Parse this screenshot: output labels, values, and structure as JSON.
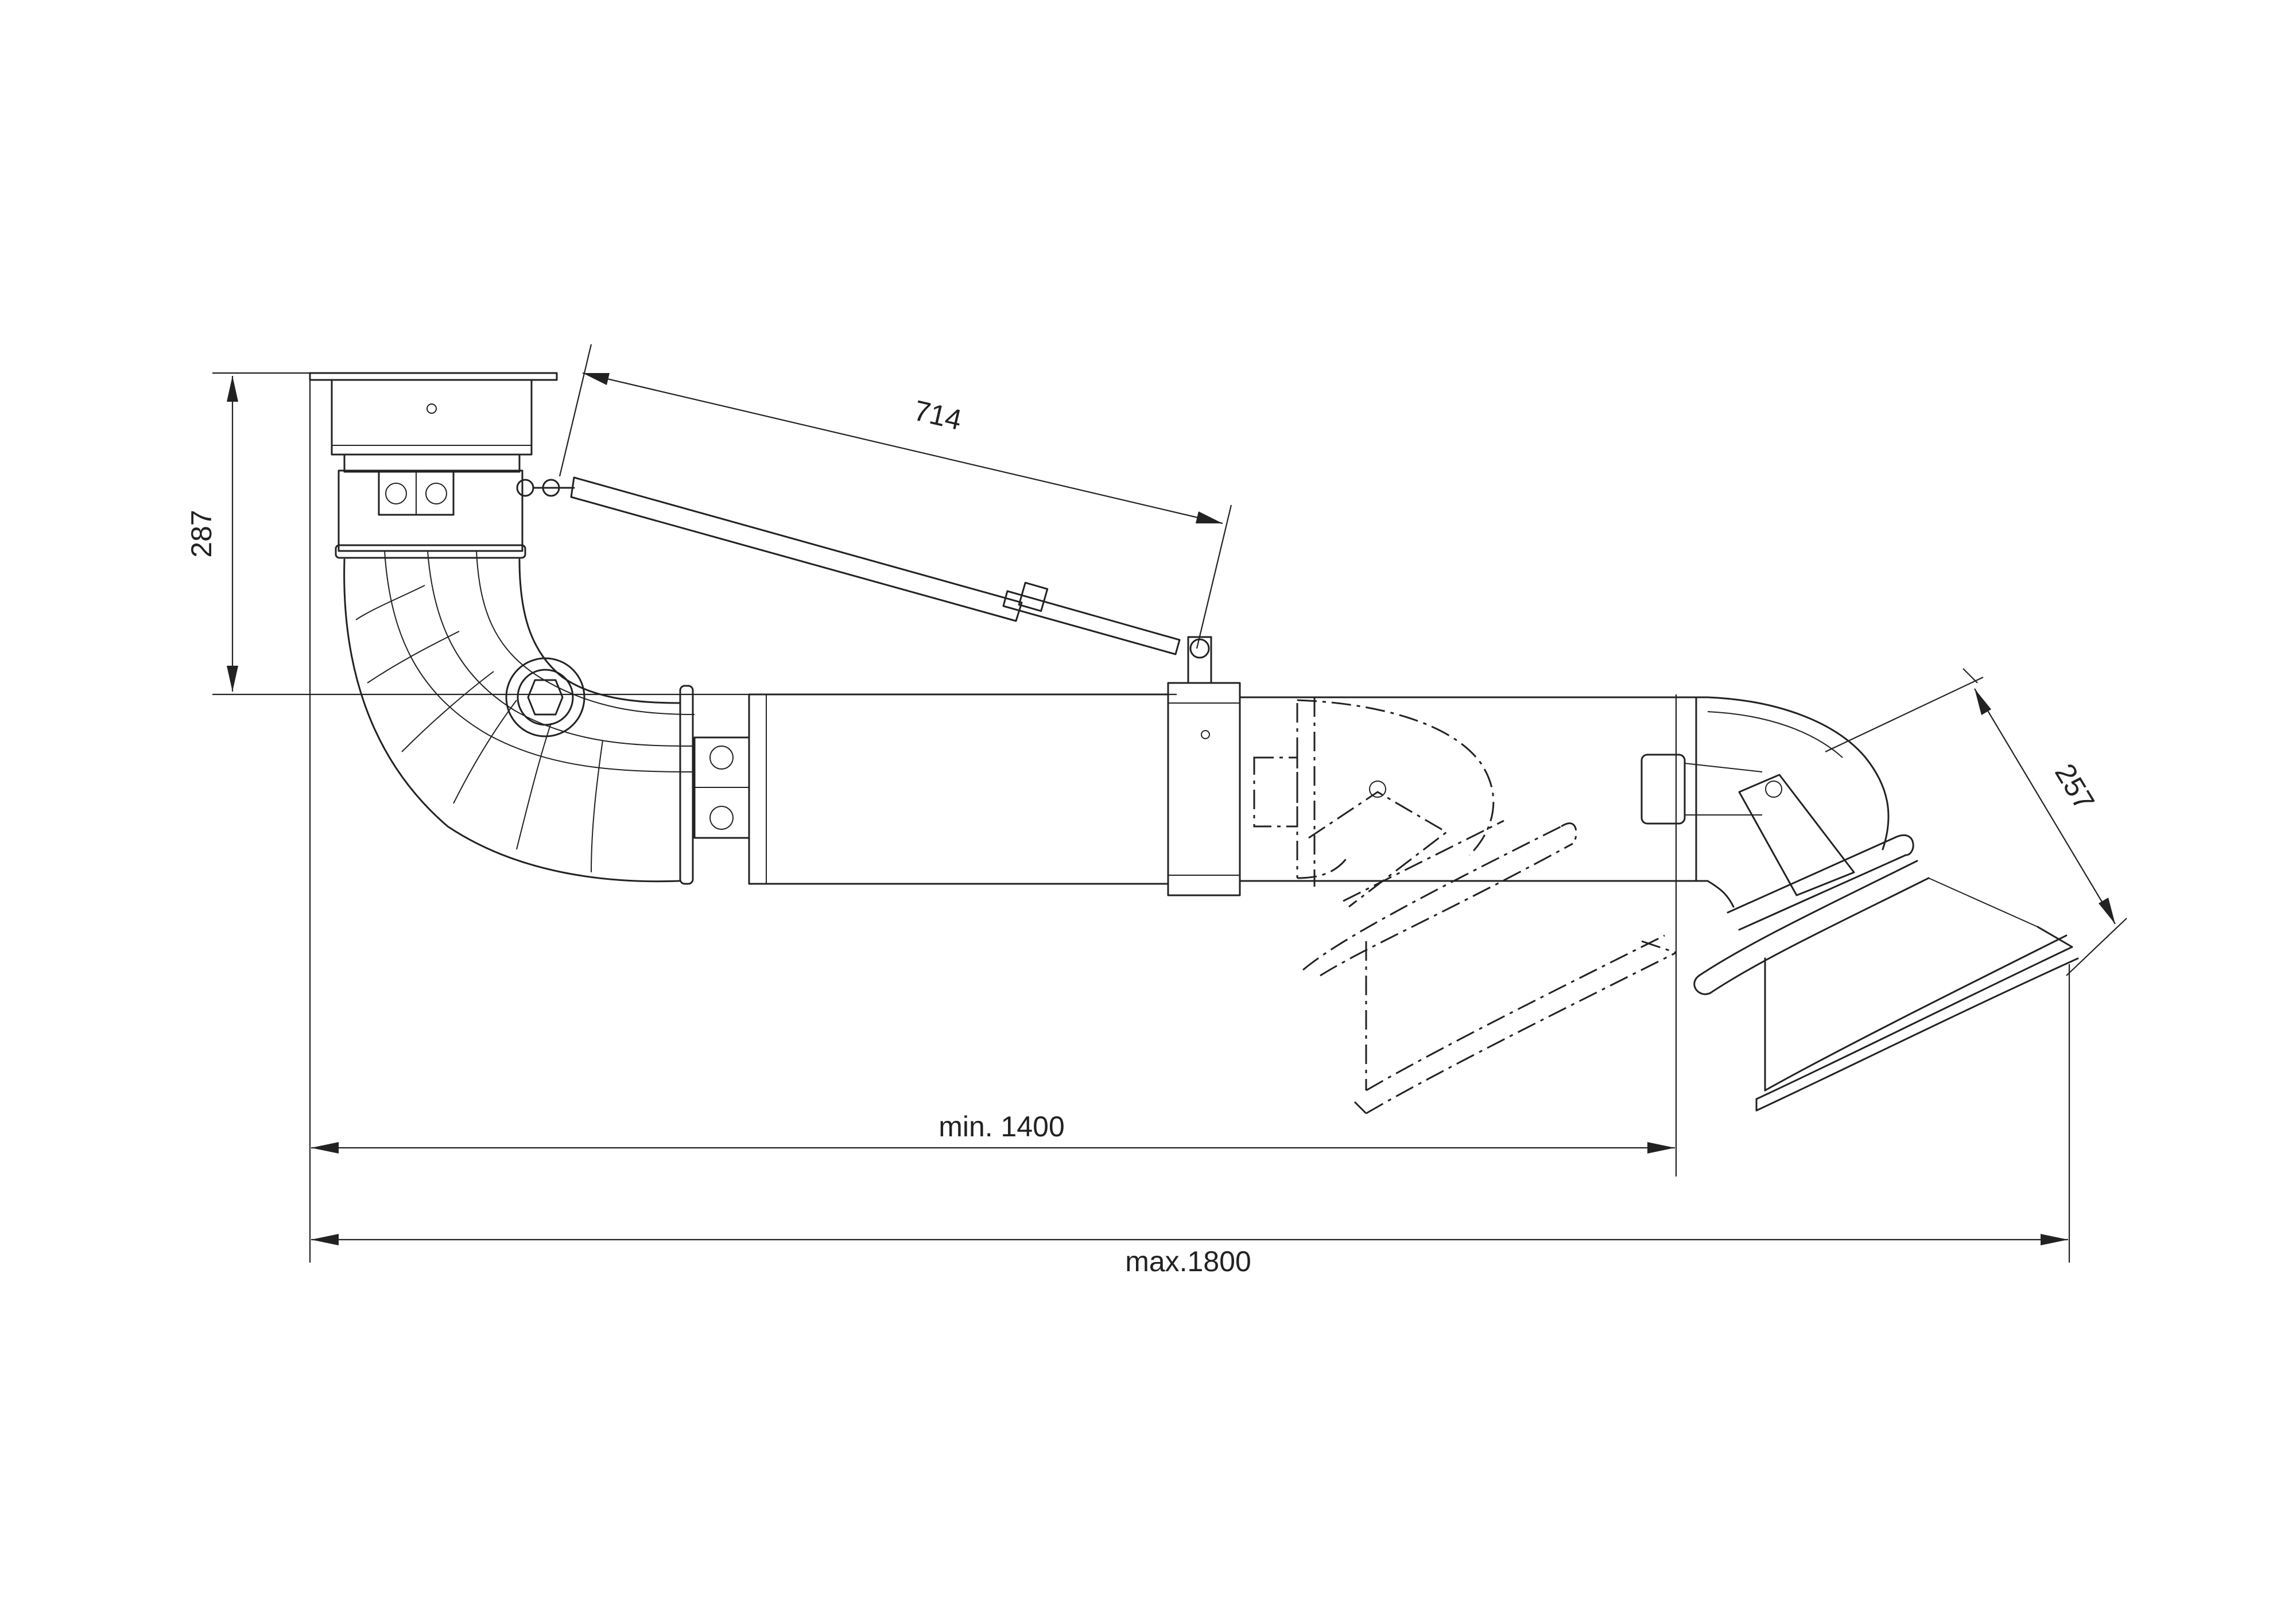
{
  "dimensions": {
    "height_mount": "287",
    "arm_length": "714",
    "hood_height": "257",
    "min_reach": "min. 1400",
    "max_reach": "max.1800"
  }
}
